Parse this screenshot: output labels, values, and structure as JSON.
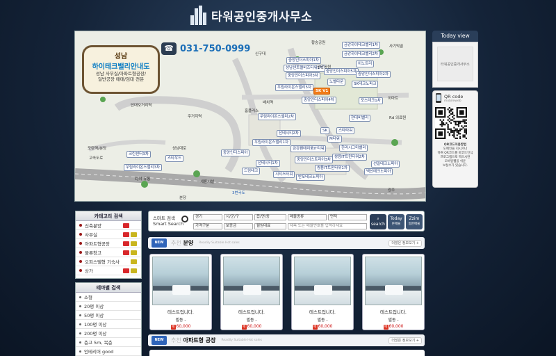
{
  "header": {
    "title": "타워공인중개사무소"
  },
  "map": {
    "sign": {
      "line1": "성남",
      "line2": "하이테크밸리안내도",
      "line3": "성남 사무실/아파트형공장/",
      "line4": "일반공장 매매/임대 전문"
    },
    "phone": "031-750-0999",
    "labels": {
      "a": "금강하이테크밸리1차",
      "b": "금강하이테크밸리2차",
      "c": "이노트리",
      "d": "중앙인더스피아1차",
      "e": "중앙인더스피아5차",
      "f": "성남센트럴비즈타워1차",
      "g": "중앙인더스피아2차",
      "h": "중앙인더스피아3차",
      "i": "노벨타운",
      "j": "SK테크노파크",
      "k": "우림라이온스밸리5차",
      "l": "SK V1",
      "m": "중앙인더스피아4차",
      "n": "포스테크1차",
      "o": "현대비밸리",
      "p": "우림라이온스밸리2차",
      "q": "SK",
      "r": "스타타워",
      "s": "선테시티2차",
      "t": "M타워",
      "u": "금강펜테리움IT타워",
      "v": "한라시그마밸리",
      "w": "우림라이온스밸리1차",
      "x": "중앙인더스피아",
      "y": "선테시티1차",
      "z": "중앙인더스트리아3차",
      "aa": "쌍용IT트윈타워2차",
      "ab": "선일테크노피아",
      "ac": "드림테크",
      "ad": "시티스타워",
      "ae": "쌍용IT트윈타워1차",
      "af": "백산테크노피아",
      "ag": "반포테크노피아",
      "ah": "크린센터3차",
      "ai": "우림라이온스밸리3차",
      "aj": "스타우드"
    },
    "places": {
      "p1": "단대오거리역",
      "p2": "주거지역",
      "p3": "모란역/분당",
      "p4": "신구대",
      "p5": "황송공원",
      "p6": "사기막골",
      "p7": "광주",
      "p8": "세륜시설",
      "p9": "고속도로",
      "p10": "분당",
      "p11": "3번국도",
      "p12": "CJ여 유통",
      "p13": "성남대로",
      "p14": "공단공원",
      "p15": "배치역",
      "p16": "Rd 의료원",
      "p17": "이마트",
      "p18": "홈플러스"
    }
  },
  "today_view": {
    "title": "Today view",
    "thumb": "타워공인중개사무소"
  },
  "qr": {
    "title": "QR code",
    "subtitle": "mobileweb",
    "desc1": "QR코드이용방법",
    "desc2": "도메인을 지시가나",
    "desc3": "하여 QR코드를 바코드인식",
    "desc4": "프로그램으로 찍으시면",
    "desc5": "모바일웹을 쉬운",
    "desc6": "보실수가 있습니다."
  },
  "category_panel": {
    "title": "카테고리 검색",
    "items": [
      "신축분양",
      "사무실",
      "아파트형공장",
      "물류창고",
      "오피스텔형 기숙사",
      "상가"
    ]
  },
  "theme_panel": {
    "title": "테마별 검색",
    "items": [
      "소형",
      "20평 이상",
      "50평 이상",
      "100평 이상",
      "200평 이상",
      "층고 5m, 복층",
      "인테리어 good"
    ]
  },
  "search": {
    "title1": "스마트 검색",
    "title2": "Smart Search",
    "select1": "경기",
    "select2": "시/군/구",
    "select3": "읍/면/동",
    "select4": "매물종류",
    "select5": "면적",
    "select6": "가격구분",
    "select7": "보증금",
    "select8": "월임대료",
    "placeholder": "제목 또는 매물번호를 입력하세요",
    "btn_search": "search",
    "btn_today1": "Today",
    "btn_today2": "본매물",
    "btn_zzim1": "Zzim",
    "btn_zzim2": "찜한매물"
  },
  "section1": {
    "logo": "NEW",
    "title_light": "추천",
    "title": "분양",
    "sub": "Readily Suitable Hot sales",
    "more": "더많은 정보보기 +"
  },
  "section2": {
    "logo": "NEW",
    "title_light": "추천",
    "title": "아파트형 공장",
    "sub": "Readily Suitable Hot sales",
    "more": "더많은 정보보기 +"
  },
  "cards": [
    {
      "name": "테스트입니다.",
      "cat": "필동 -",
      "price": "60,000",
      "price_tag": "매"
    },
    {
      "name": "테스트입니다.",
      "cat": "필동 -",
      "price": "60,000",
      "price_tag": "매"
    },
    {
      "name": "테스트입니다.",
      "cat": "필동 -",
      "price": "60,000",
      "price_tag": "매"
    },
    {
      "name": "테스트입니다.",
      "cat": "필동 -",
      "price": "60,000",
      "price_tag": "매"
    }
  ],
  "colors": {
    "accent": "#2f64b9",
    "price": "#cc1111",
    "header_bg": "#0f1c2e"
  }
}
